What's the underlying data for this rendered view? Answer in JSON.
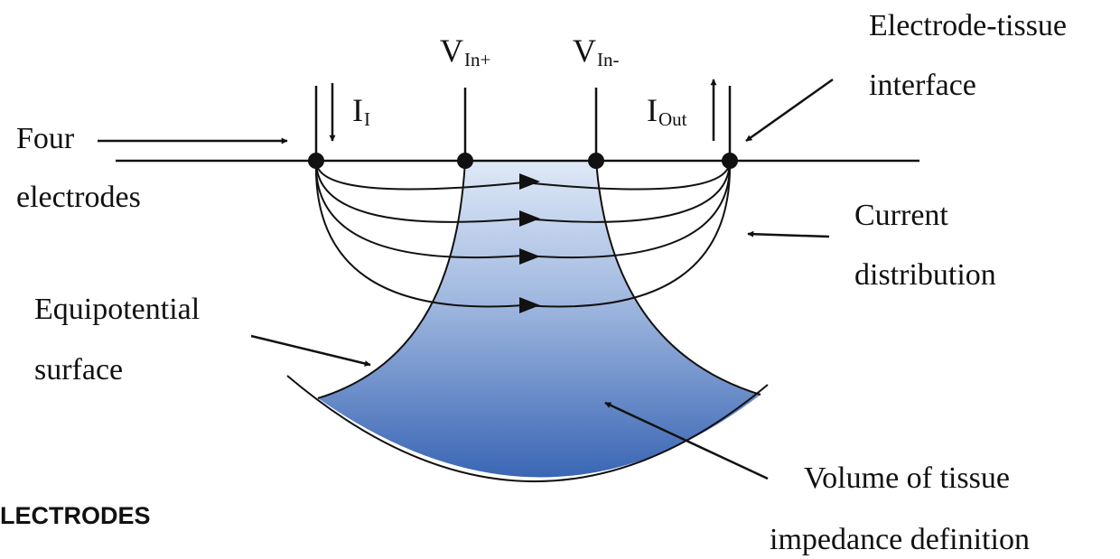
{
  "labels": {
    "four": "Four",
    "electrodes": "electrodes",
    "v_in_plus": {
      "main": "V",
      "sub": "In+"
    },
    "v_in_minus": {
      "main": "V",
      "sub": "In-"
    },
    "i_in": {
      "main": "I",
      "sub": "I"
    },
    "i_out": {
      "main": "I",
      "sub": "Out"
    },
    "electrode_tissue_line1": "Electrode-tissue",
    "electrode_tissue_line2": "interface",
    "current_line1": "Current",
    "current_line2": "distribution",
    "equipotential_line1": "Equipotential",
    "equipotential_line2": "surface",
    "volume_line1": "Volume of tissue",
    "volume_line2": "impedance definition"
  },
  "heading_fragment": "LECTRODES",
  "colors": {
    "ink": "#111111",
    "volume_top": "#dfe9f7",
    "volume_bottom": "#3a66b4"
  }
}
